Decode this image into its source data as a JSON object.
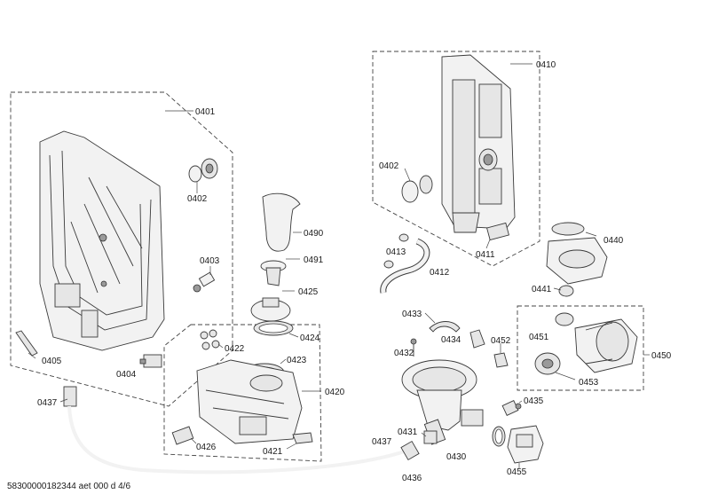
{
  "footer": "58300000182344 aet 000 d 4/6",
  "labels": {
    "p0401": "0401",
    "p0402a": "0402",
    "p0403": "0403",
    "p0404": "0404",
    "p0405": "0405",
    "p0437a": "0437",
    "p0490": "0490",
    "p0491": "0491",
    "p0425": "0425",
    "p0424": "0424",
    "p0422": "0422",
    "p0423": "0423",
    "p0420": "0420",
    "p0426": "0426",
    "p0421": "0421",
    "p0410": "0410",
    "p0402b": "0402",
    "p0413": "0413",
    "p0412": "0412",
    "p0411": "0411",
    "p0440": "0440",
    "p0441": "0441",
    "p0433": "0433",
    "p0432": "0432",
    "p0434": "0434",
    "p0452": "0452",
    "p0451": "0451",
    "p0450": "0450",
    "p0453": "0453",
    "p0435": "0435",
    "p0431": "0431",
    "p0437b": "0437",
    "p0430": "0430",
    "p0455": "0455",
    "p0436": "0436"
  }
}
